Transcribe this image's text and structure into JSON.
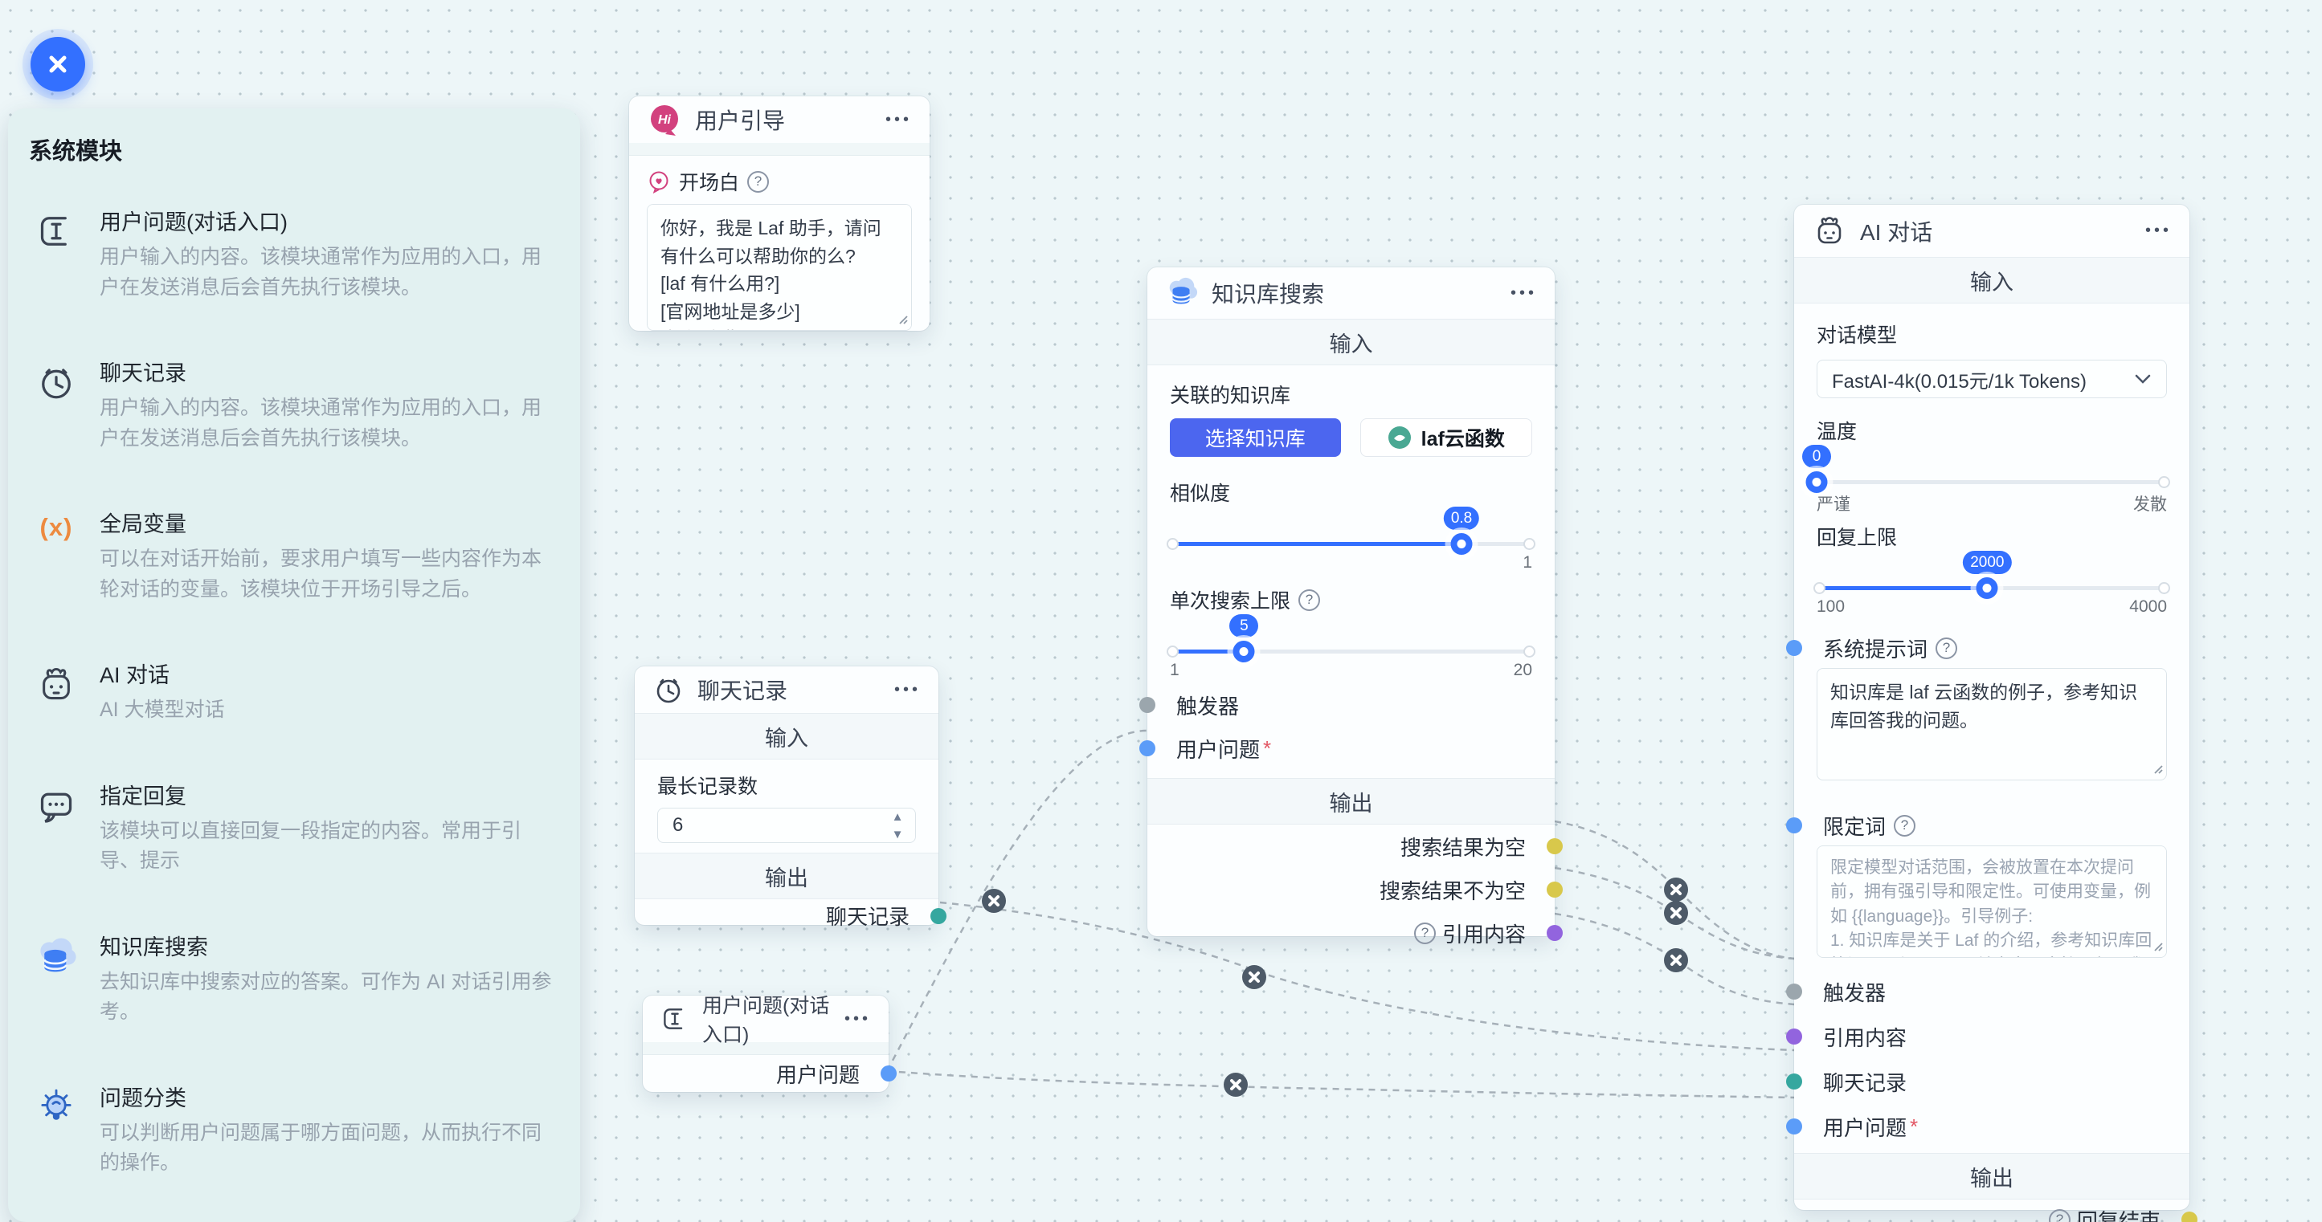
{
  "colors": {
    "accent_blue": "#3370ff",
    "button_blue": "#4c66ef",
    "canvas_bg": "#edf6f8",
    "sidebar_bg": "#e2f1f1",
    "handle_gray": "#9ba6ad",
    "handle_blue": "#5b9cf8",
    "handle_teal": "#35a79f",
    "handle_yellow": "#d8c84b",
    "handle_purple": "#9264de",
    "pink": "#d2417e",
    "orange": "#ed8a3f",
    "laf_green": "#4aa893"
  },
  "common": {
    "input_header": "输入",
    "output_header": "输出",
    "menu": "•••",
    "q": "?",
    "star": "*",
    "up": "▲",
    "down": "▼"
  },
  "sidebar": {
    "title": "系统模块",
    "items": [
      {
        "icon": "text-cursor-icon",
        "title": "用户问题(对话入口)",
        "desc": "用户输入的内容。该模块通常作为应用的入口，用户在发送消息后会首先执行该模块。"
      },
      {
        "icon": "clock-icon",
        "title": "聊天记录",
        "desc": "用户输入的内容。该模块通常作为应用的入口，用户在发送消息后会首先执行该模块。"
      },
      {
        "icon": "variable-icon",
        "icon_label": "(x)",
        "title": "全局变量",
        "desc": "可以在对话开始前，要求用户填写一些内容作为本轮对话的变量。该模块位于开场引导之后。"
      },
      {
        "icon": "robot-icon",
        "title": "AI 对话",
        "desc": "AI 大模型对话"
      },
      {
        "icon": "reply-bubble-icon",
        "title": "指定回复",
        "desc": "该模块可以直接回复一段指定的内容。常用于引导、提示"
      },
      {
        "icon": "kb-search-icon",
        "title": "知识库搜索",
        "desc": "去知识库中搜索对应的答案。可作为 AI 对话引用参考。"
      },
      {
        "icon": "classify-bulb-icon",
        "title": "问题分类",
        "desc": "可以判断用户问题属于哪方面问题，从而执行不同的操作。"
      }
    ]
  },
  "nodes": {
    "guide": {
      "title": "用户引导",
      "icon_label": "Hi",
      "field_label": "开场白",
      "textarea_value": "你好，我是 Laf 助手，请问有什么可以帮助你的么?\n[laf 有什么用?]\n[官网地址是多少]\n[如何收费]"
    },
    "kb_search": {
      "title": "知识库搜索",
      "dataset_label": "关联的知识库",
      "select_button": "选择知识库",
      "dataset_tag": "laf云函数",
      "similarity_label": "相似度",
      "similarity_value": "0.8",
      "similarity_max": "1",
      "limit_label": "单次搜索上限",
      "limit_value": "5",
      "limit_min": "1",
      "limit_max": "20",
      "input_trigger": "触发器",
      "input_question": "用户问题",
      "outputs": [
        "搜索结果为空",
        "搜索结果不为空",
        "引用内容"
      ]
    },
    "chat_history": {
      "title": "聊天记录",
      "max_label": "最长记录数",
      "max_value": "6",
      "output_label": "聊天记录"
    },
    "user_question": {
      "title": "用户问题(对话入口)",
      "output_label": "用户问题"
    },
    "ai_chat": {
      "title": "AI 对话",
      "model_label": "对话模型",
      "model_value": "FastAI-4k(0.015元/1k Tokens)",
      "temp_label": "温度",
      "temp_value": "0",
      "temp_left": "严谨",
      "temp_right": "发散",
      "reply_label": "回复上限",
      "reply_value": "2000",
      "reply_min": "100",
      "reply_max": "4000",
      "sys_label": "系统提示词",
      "sys_value": "知识库是 laf 云函数的例子，参考知识库回答我的问题。",
      "limit_label": "限定词",
      "limit_placeholder": "限定模型对话范围，会被放置在本次提问前，拥有强引导和限定性。可使用变量，例如 {{language}}。引导例子:\n1. 知识库是关于 Laf 的介绍，参考知识库回答问题，与 \"Laf\" 无关内容，直接回复: \"我不知道\"。\n2. 你仅回答关于 \"xxx\" 的问题，其他问题回复: \"xxxx\"",
      "input_trigger": "触发器",
      "input_quote": "引用内容",
      "input_history": "聊天记录",
      "input_question": "用户问题",
      "output_finish": "回复结束"
    }
  }
}
